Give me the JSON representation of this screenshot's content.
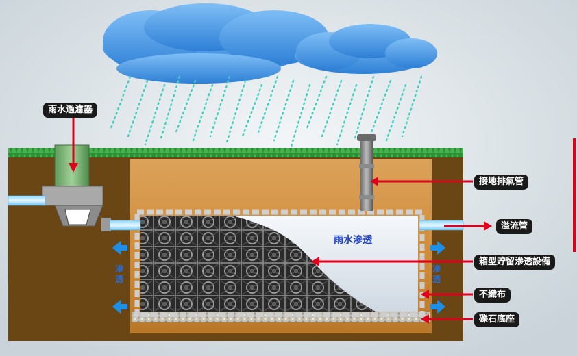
{
  "labels": {
    "rain_filter": "雨水過濾器",
    "vent_pipe": "接地排氣管",
    "overflow_pipe": "溢流管",
    "storage_unit": "箱型貯留滲透設備",
    "nonwoven": "不織布",
    "gravel_base": "礫石底座",
    "rain_seepage": "雨水滲透",
    "seep_left": "滲透",
    "seep_right": "滲透"
  },
  "colors": {
    "soil": "#6b4615",
    "soil_light": "#cf8f3e",
    "grass": "#2e9b3a",
    "arrow": "#e0001b",
    "water_arrow": "#1e8fe6",
    "cloud": "#5aa6e6",
    "rain": "#40d0c0"
  }
}
